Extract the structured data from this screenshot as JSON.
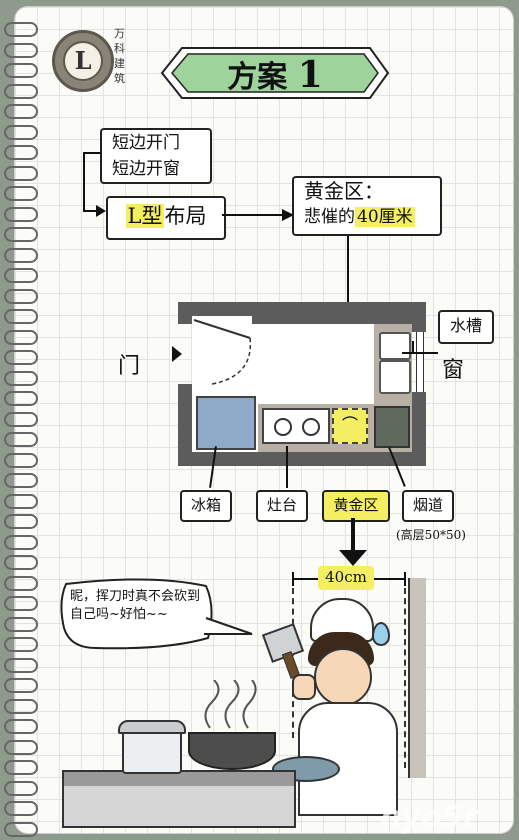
{
  "logo": {
    "letter": "L",
    "side_text": "万科建筑"
  },
  "title": {
    "text": "方案",
    "num": "1"
  },
  "notes": {
    "line1": "短边开门",
    "line2": "短边开窗"
  },
  "layout": {
    "prefix": "L型",
    "suffix": "布局"
  },
  "golden": {
    "title": "黄金区：",
    "desc_prefix": "悲催的",
    "desc_highlight": "40厘米"
  },
  "labels": {
    "door": "门",
    "sink": "水槽",
    "window": "窗",
    "fridge": "冰箱",
    "stove": "灶台",
    "golden_zone": "黄金区",
    "flue": "烟道",
    "flue_size": "(高层50*50)"
  },
  "dimension": "40cm",
  "speech": {
    "text": "昵，挥刀时真不会砍到自己吗~好怕~~"
  },
  "watermark": "nyo5r"
}
